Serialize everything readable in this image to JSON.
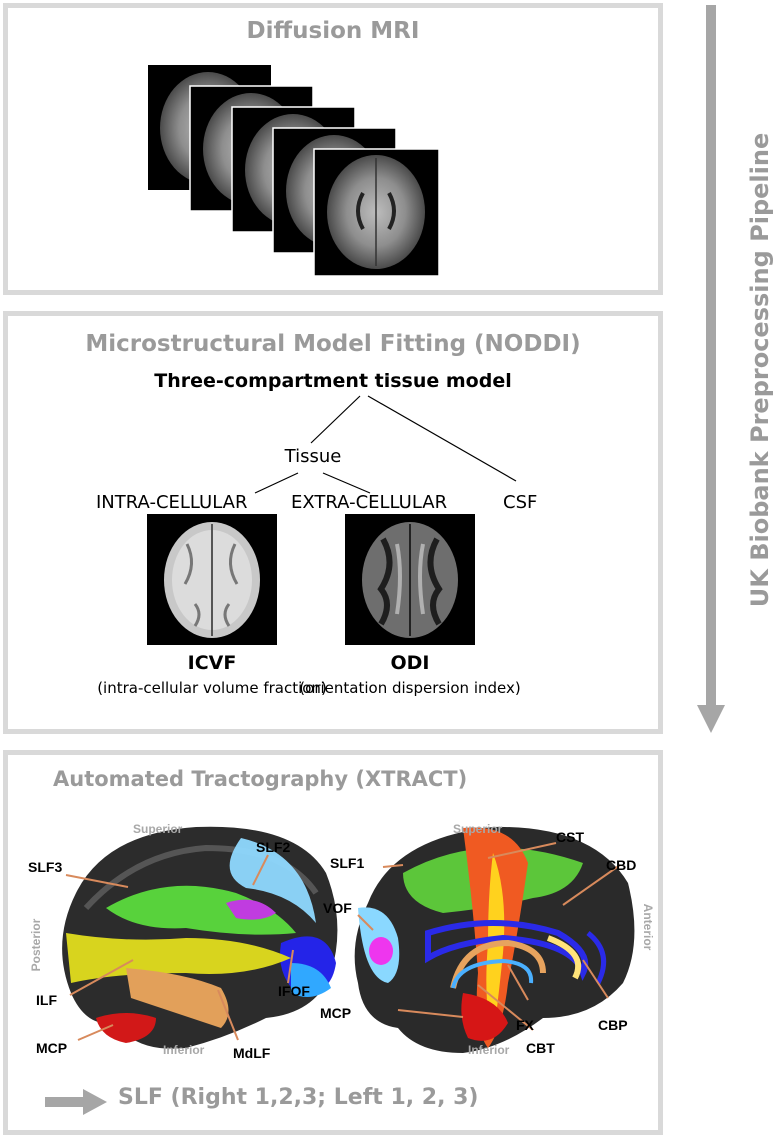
{
  "pipeline_label": "UK Biobank Preprocessing Pipeline",
  "panel1": {
    "title": "Diffusion MRI"
  },
  "panel2": {
    "title": "Microstructural Model Fitting (NODDI)",
    "model_title": "Three-compartment tissue model",
    "node_tissue": "Tissue",
    "node_intra": "INTRA-CELLULAR",
    "node_extra": "EXTRA-CELLULAR",
    "node_csf": "CSF",
    "icvf_label": "ICVF",
    "icvf_desc": "(intra-cellular volume fraction)",
    "odi_label": "ODI",
    "odi_desc": "(orientation dispersion index)"
  },
  "panel3": {
    "title": "Automated Tractography (XTRACT)",
    "orient": {
      "superior_left": "Superior",
      "inferior_left": "Inferior",
      "posterior": "Posterior",
      "superior_right": "Superior",
      "inferior_right": "Inferior",
      "anterior": "Anterior"
    },
    "tracts_left": {
      "slf3": "SLF3",
      "slf2": "SLF2",
      "ilf": "ILF",
      "mcp": "MCP",
      "mdlf": "MdLF",
      "ifof": "IFOF"
    },
    "tracts_right": {
      "slf1": "SLF1",
      "cst": "CST",
      "cbd": "CBD",
      "vof": "VOF",
      "mcp": "MCP",
      "fx": "FX",
      "cbt": "CBT",
      "cbp": "CBP"
    },
    "bottom_note": "SLF (Right 1,2,3; Left 1, 2, 3)"
  },
  "colors": {
    "panel_border": "#d9d9d9",
    "title_gray": "#9a9a9a",
    "arrow_gray": "#a6a6a6"
  }
}
